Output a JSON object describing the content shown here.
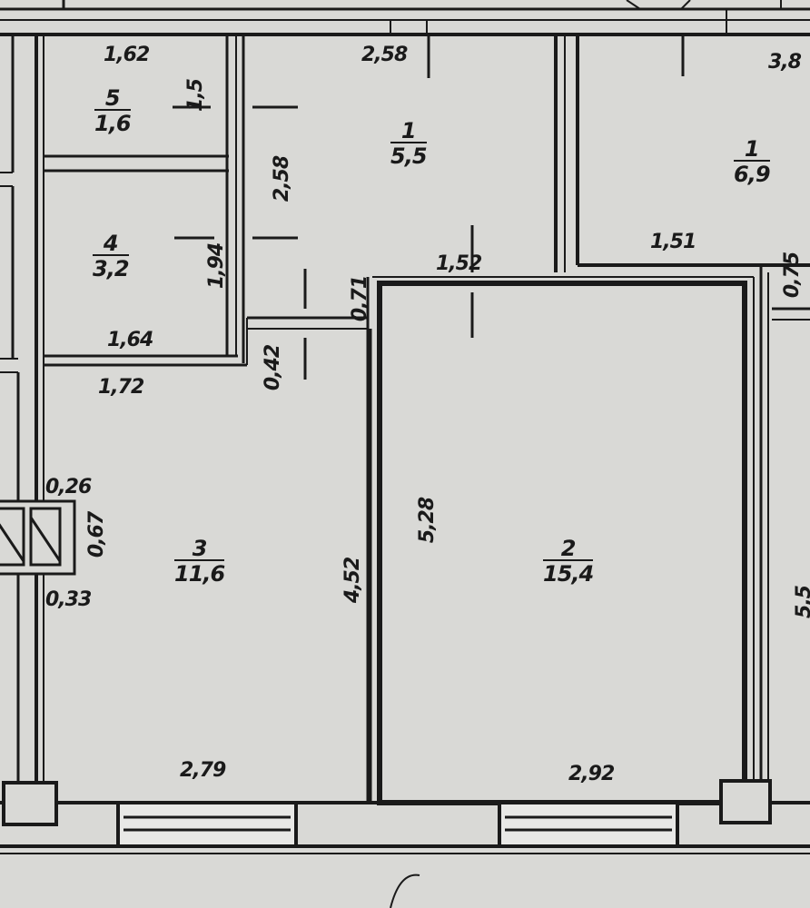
{
  "rooms": [
    {
      "id": "room-5",
      "number": "5",
      "area": "1,6"
    },
    {
      "id": "room-4",
      "number": "4",
      "area": "3,2"
    },
    {
      "id": "room-1a",
      "number": "1",
      "area": "5,5"
    },
    {
      "id": "room-1b",
      "number": "1",
      "area": "6,9"
    },
    {
      "id": "room-3",
      "number": "3",
      "area": "11,6"
    },
    {
      "id": "room-2",
      "number": "2",
      "area": "15,4"
    }
  ],
  "dimensions": {
    "d_1_62": "1,62",
    "d_2_58_top": "2,58",
    "d_3_8": "3,8",
    "d_1_5": "1,5",
    "d_2_58_v": "2,58",
    "d_1_94": "1,94",
    "d_1_52": "1,52",
    "d_1_51": "1,51",
    "d_1_64": "1,64",
    "d_0_71": "0,71",
    "d_0_75": "0,75",
    "d_1_72": "1,72",
    "d_0_42": "0,42",
    "d_0_26": "0,26",
    "d_0_67": "0,67",
    "d_0_33": "0,33",
    "d_4_52": "4,52",
    "d_5_28": "5,28",
    "d_2_79": "2,79",
    "d_2_92": "2,92",
    "d_5_right": "5,5"
  },
  "colors": {
    "paper": "#d9d9d6",
    "ink": "#1a1a1a",
    "window": "#e8e8e6"
  }
}
